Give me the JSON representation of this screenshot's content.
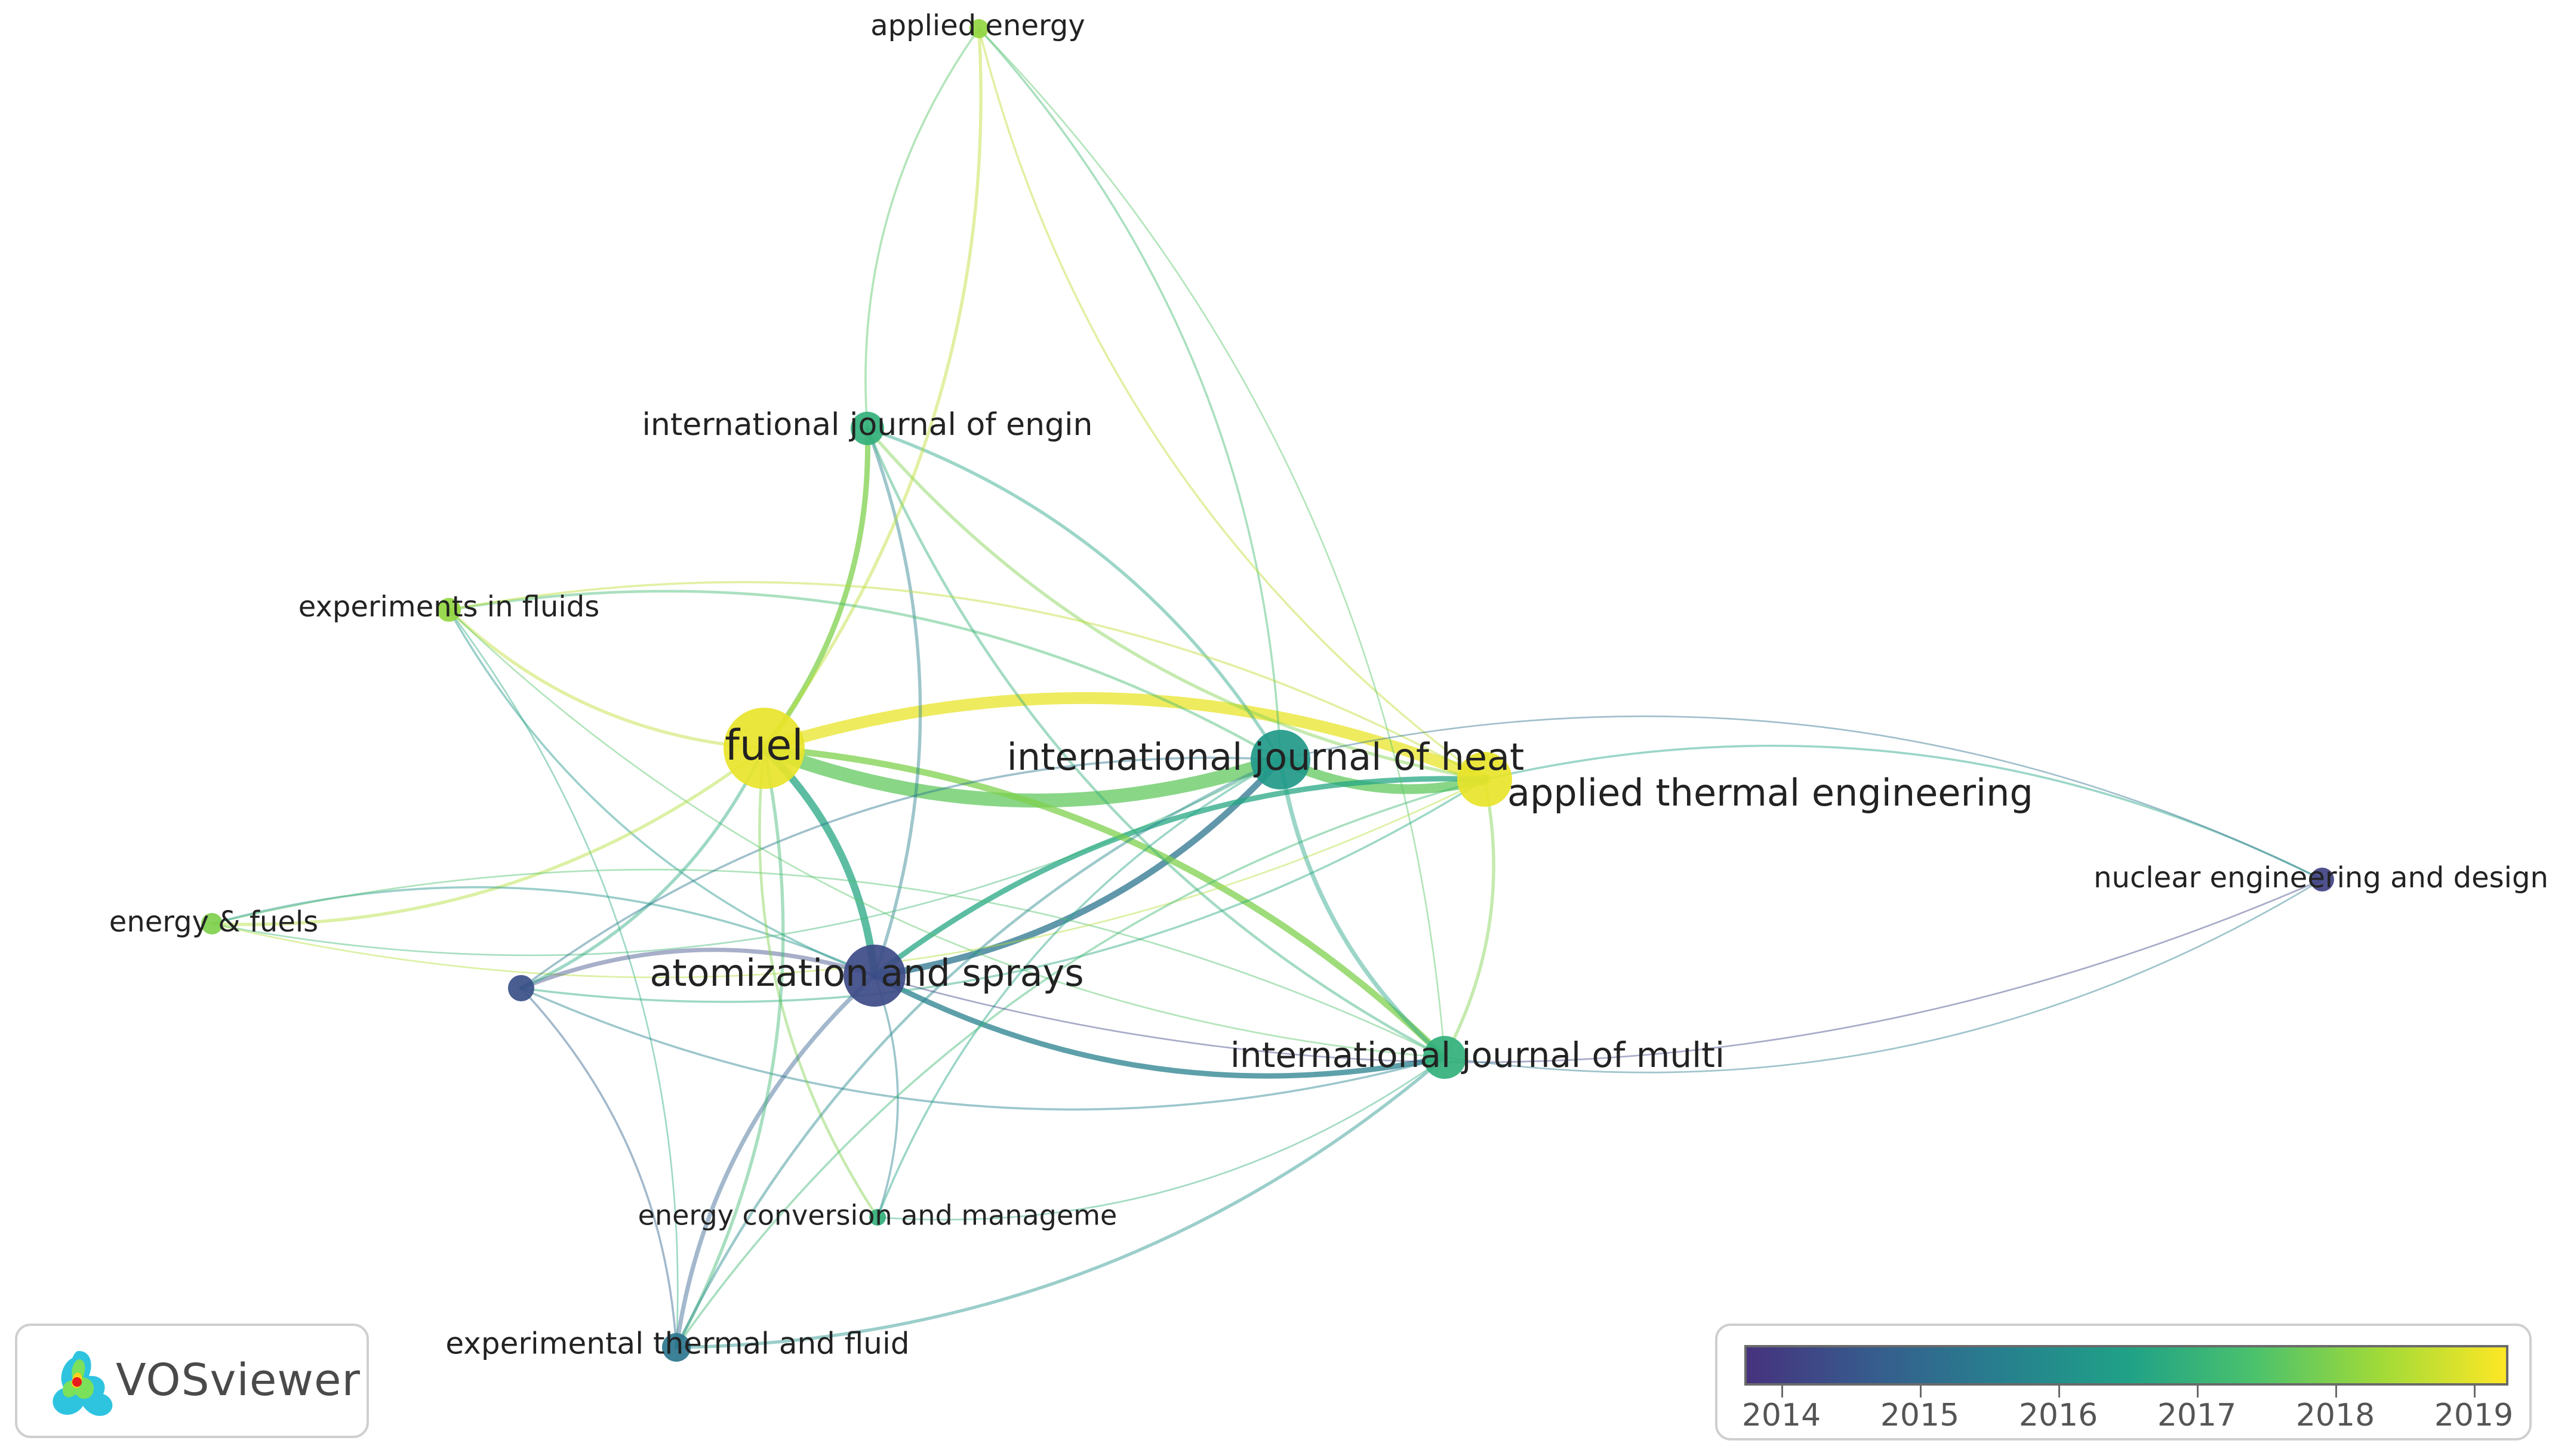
{
  "network": {
    "nodes": [
      {
        "id": "fuel",
        "label": "fuel",
        "year": 2019.0
      },
      {
        "id": "atom",
        "label": "atomization and sprays",
        "year": 2014.5
      },
      {
        "id": "heat",
        "label": "international journal of heat",
        "year": 2016.4
      },
      {
        "id": "ate",
        "label": "applied thermal engineering",
        "year": 2019.0
      },
      {
        "id": "multi",
        "label": "international journal of multi",
        "year": 2017.0
      },
      {
        "id": "engin",
        "label": "international journal of engin",
        "year": 2017.0
      },
      {
        "id": "appen",
        "label": "applied energy",
        "year": 2018.2
      },
      {
        "id": "expfl",
        "label": "experiments in fluids",
        "year": 2018.2
      },
      {
        "id": "enfu",
        "label": "energy & fuels",
        "year": 2018.0
      },
      {
        "id": "unl",
        "label": "",
        "year": 2014.6
      },
      {
        "id": "ecm",
        "label": "energy conversion and manageme",
        "year": 2017.0
      },
      {
        "id": "etf",
        "label": "experimental thermal and fluid",
        "year": 2015.5
      },
      {
        "id": "nucl",
        "label": "nuclear engineering and design",
        "year": 2014.3
      }
    ],
    "links": [
      [
        "fuel",
        "heat",
        26
      ],
      [
        "fuel",
        "ate",
        22
      ],
      [
        "heat",
        "ate",
        18
      ],
      [
        "fuel",
        "atom",
        14
      ],
      [
        "atom",
        "heat",
        12
      ],
      [
        "atom",
        "ate",
        10
      ],
      [
        "atom",
        "multi",
        10
      ],
      [
        "fuel",
        "multi",
        12
      ],
      [
        "fuel",
        "engin",
        10
      ],
      [
        "engin",
        "heat",
        6
      ],
      [
        "engin",
        "ate",
        6
      ],
      [
        "engin",
        "atom",
        6
      ],
      [
        "engin",
        "multi",
        5
      ],
      [
        "appen",
        "fuel",
        6
      ],
      [
        "appen",
        "engin",
        4
      ],
      [
        "appen",
        "heat",
        4
      ],
      [
        "appen",
        "ate",
        4
      ],
      [
        "appen",
        "multi",
        3
      ],
      [
        "expfl",
        "fuel",
        6
      ],
      [
        "expfl",
        "heat",
        5
      ],
      [
        "expfl",
        "atom",
        4
      ],
      [
        "expfl",
        "ate",
        4
      ],
      [
        "expfl",
        "multi",
        3
      ],
      [
        "expfl",
        "etf",
        3
      ],
      [
        "enfu",
        "fuel",
        6
      ],
      [
        "enfu",
        "atom",
        4
      ],
      [
        "enfu",
        "heat",
        3
      ],
      [
        "enfu",
        "multi",
        3
      ],
      [
        "enfu",
        "ate",
        3
      ],
      [
        "unl",
        "atom",
        8
      ],
      [
        "unl",
        "fuel",
        6
      ],
      [
        "unl",
        "heat",
        4
      ],
      [
        "unl",
        "multi",
        4
      ],
      [
        "unl",
        "etf",
        4
      ],
      [
        "unl",
        "ate",
        4
      ],
      [
        "ecm",
        "fuel",
        5
      ],
      [
        "ecm",
        "atom",
        4
      ],
      [
        "ecm",
        "heat",
        4
      ],
      [
        "ecm",
        "multi",
        3
      ],
      [
        "etf",
        "atom",
        8
      ],
      [
        "etf",
        "fuel",
        6
      ],
      [
        "etf",
        "heat",
        5
      ],
      [
        "etf",
        "multi",
        6
      ],
      [
        "etf",
        "ate",
        4
      ],
      [
        "nucl",
        "ate",
        4
      ],
      [
        "nucl",
        "atom",
        3
      ],
      [
        "nucl",
        "heat",
        3
      ],
      [
        "nucl",
        "multi",
        3
      ],
      [
        "heat",
        "multi",
        8
      ],
      [
        "ate",
        "multi",
        6
      ]
    ]
  },
  "logo": {
    "text": "VOSviewer"
  },
  "legend": {
    "title": "",
    "ticks": [
      "2014",
      "2015",
      "2016",
      "2017",
      "2018",
      "2019"
    ],
    "gradient": [
      "#46327e",
      "#365c8d",
      "#277f8e",
      "#1fa187",
      "#4ac16d",
      "#a0da39",
      "#fde725"
    ]
  }
}
